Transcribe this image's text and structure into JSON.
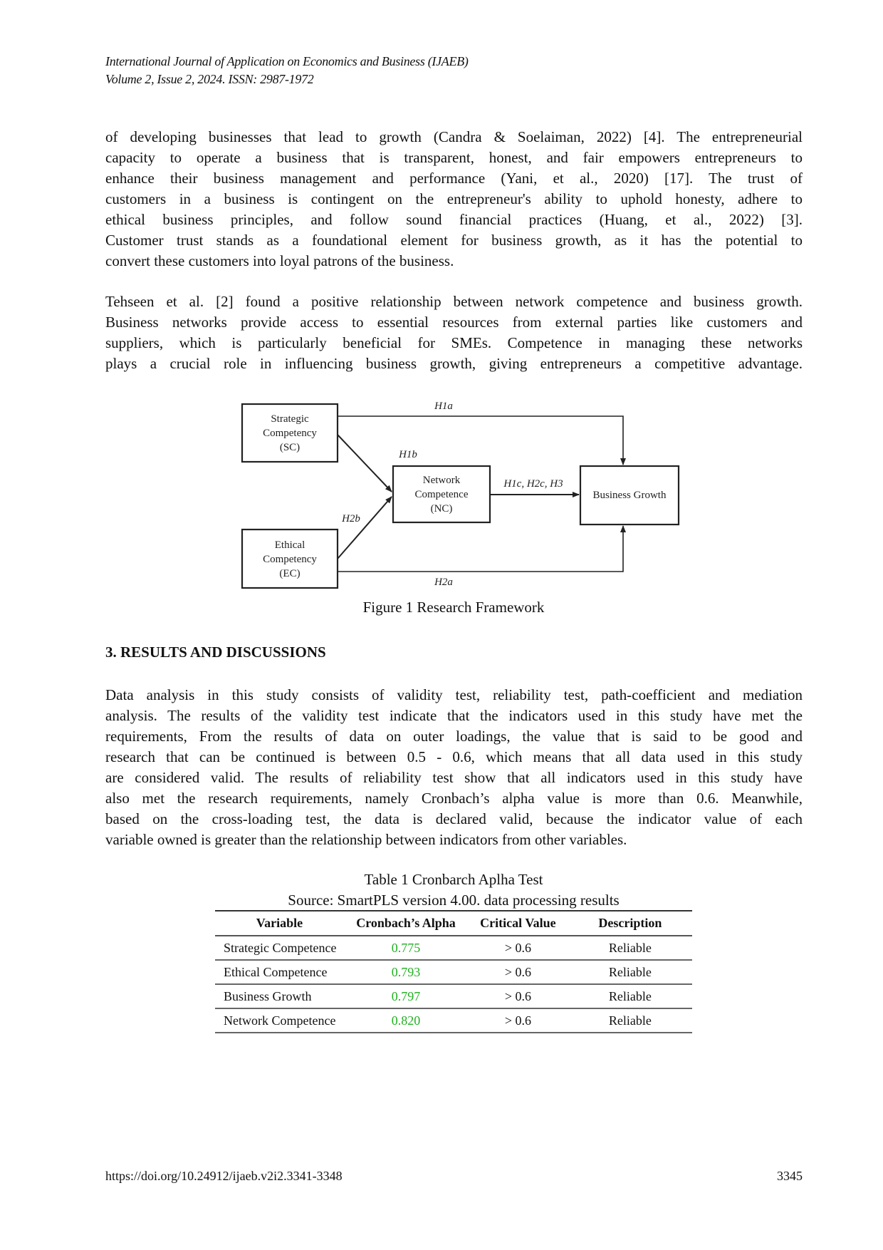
{
  "header": {
    "journal": "International Journal of Application on Economics and Business (IJAEB)",
    "volume": "Volume 2, Issue 2, 2024. ISSN: 2987-1972"
  },
  "p1": {
    "lines": [
      "of developing businesses that lead to growth (Candra & Soelaiman, 2022) [4]. The entrepreneurial",
      "capacity to operate a business that is transparent, honest, and fair empowers entrepreneurs to",
      "enhance their business management and performance (Yani, et al., 2020) [17]. The trust of",
      "customers in a business is contingent on the entrepreneur's ability to uphold honesty, adhere to",
      "ethical business principles, and follow sound financial practices (Huang, et al., 2022) [3].",
      "Customer trust stands as a foundational element for business growth, as it has the potential to",
      "convert these customers into loyal patrons of the business."
    ]
  },
  "p2": {
    "lines": [
      "Tehseen et al. [2] found a positive relationship between network competence and business growth.",
      "Business networks provide access to essential resources from external parties like customers and",
      "suppliers, which is particularly beneficial for SMEs. Competence in managing these networks",
      "plays a crucial role in influencing business growth, giving entrepreneurs a competitive advantage."
    ]
  },
  "figure": {
    "sc": [
      "Strategic",
      "Competency",
      "(SC)"
    ],
    "nc": [
      "Network",
      "Competence",
      "(NC)"
    ],
    "ec": [
      "Ethical",
      "Competency",
      "(EC)"
    ],
    "bg": "Business Growth",
    "h1a": "H1a",
    "h1b": "H1b",
    "h2b": "H2b",
    "h1c": "H1c, H2c, H3",
    "h2a": "H2a",
    "caption": "Figure 1  Research Framework"
  },
  "section": {
    "heading": "3. RESULTS AND DISCUSSIONS"
  },
  "p3": {
    "lines": [
      "Data analysis in this study consists of validity test, reliability test, path-coefficient and mediation",
      "analysis. The results of the validity test indicate that the indicators used in this study have met the",
      "requirements, From the results of data on outer loadings, the value that is said to be good and",
      "research that can be continued is between 0.5 - 0.6, which means that all data used in this study",
      "are considered valid. The results of reliability test show that all indicators used in this study have",
      "also met the research requirements, namely Cronbach’s alpha value is more than 0.6. Meanwhile,",
      "based on the cross-loading test, the data is declared valid, because the indicator value of each",
      "variable owned is greater than the relationship between indicators from other variables."
    ]
  },
  "table": {
    "title": "Table 1 Cronbarch Aplha Test",
    "source": "Source: SmartPLS version 4.00. data processing results",
    "headers": [
      "Variable",
      "Cronbach’s Alpha",
      "Critical Value",
      "Description"
    ],
    "rows": [
      [
        "Strategic Competence",
        "0.775",
        "> 0.6",
        "Reliable"
      ],
      [
        "Ethical Competence",
        "0.793",
        "> 0.6",
        "Reliable"
      ],
      [
        "Business Growth",
        "0.797",
        "> 0.6",
        "Reliable"
      ],
      [
        "Network Competence",
        "0.820",
        "> 0.6",
        "Reliable"
      ]
    ],
    "alpha_color": "#22b022"
  },
  "footer": {
    "doi": "https://doi.org/10.24912/ijaeb.v2i2.3341-3348",
    "page": "3345"
  }
}
